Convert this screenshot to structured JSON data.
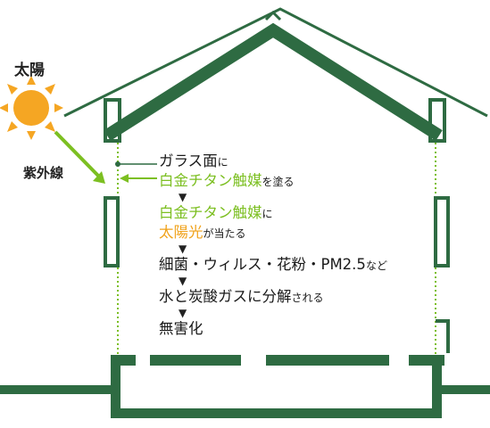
{
  "labels": {
    "sun": "太陽",
    "uv": "紫外線"
  },
  "steps": {
    "glass": "ガラス面",
    "glass_suffix": "に",
    "coat": "白金チタン触媒",
    "coat_suffix": "を塗る",
    "arrow": "▼",
    "react_catalyst": "白金チタン触媒",
    "react_catalyst_suffix": "に",
    "react_sun": "太陽光",
    "react_sun_suffix": "が当たる",
    "targets": "細菌・ウィルス・花粉・PM2.5",
    "targets_suffix": "など",
    "decompose": "水と炭酸ガスに分解",
    "decompose_suffix": "される",
    "result": "無害化"
  },
  "colors": {
    "house": "#2e6b42",
    "catalyst": "#7cbf21",
    "sun": "#f5a623",
    "sun_rays": "#f5a623"
  },
  "icons": {
    "sun": "sun-icon",
    "uv_arrow": "arrow-icon"
  }
}
